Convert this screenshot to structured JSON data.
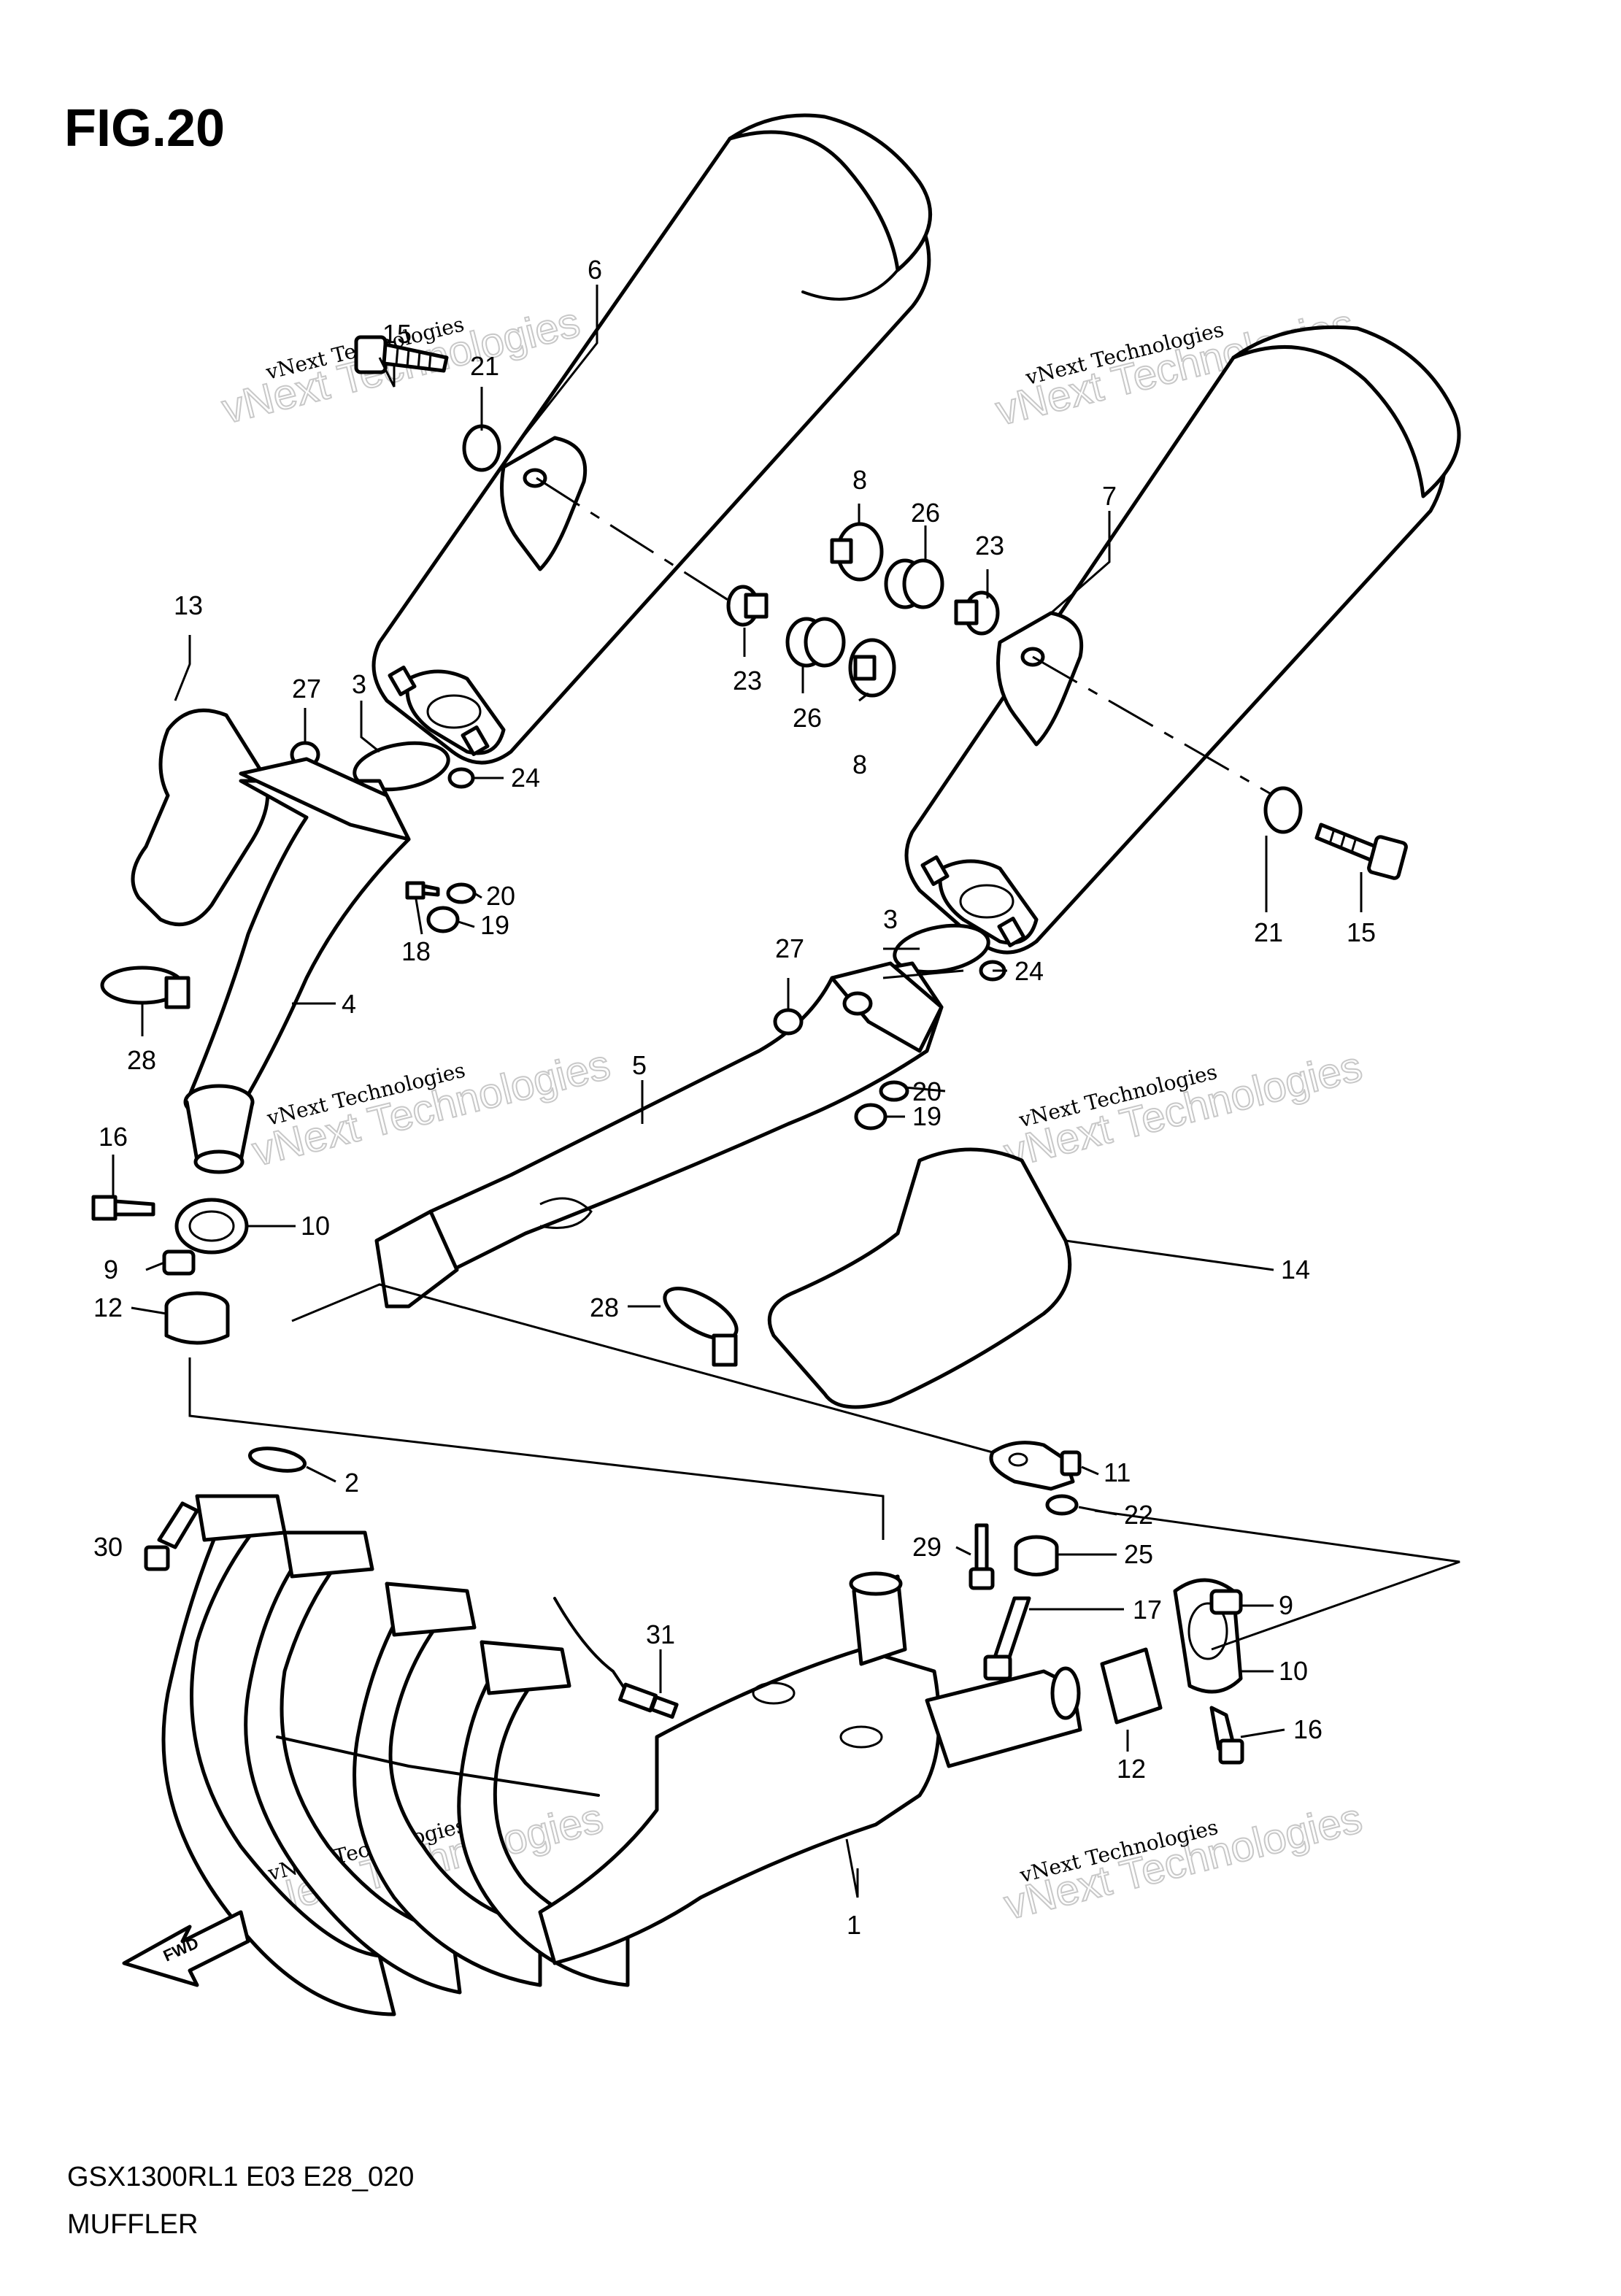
{
  "figure": {
    "title": "FIG.20",
    "model_code": "GSX1300RL1 E03 E28_020",
    "section_name": "MUFFLER"
  },
  "watermark": {
    "line1": "vNext Technologies",
    "line2": "vNext Technologies"
  },
  "callouts": [
    {
      "id": "c1",
      "label": "1"
    },
    {
      "id": "c2",
      "label": "2"
    },
    {
      "id": "c3a",
      "label": "3"
    },
    {
      "id": "c3b",
      "label": "3"
    },
    {
      "id": "c4",
      "label": "4"
    },
    {
      "id": "c5",
      "label": "5"
    },
    {
      "id": "c6",
      "label": "6"
    },
    {
      "id": "c7",
      "label": "7"
    },
    {
      "id": "c8a",
      "label": "8"
    },
    {
      "id": "c8b",
      "label": "8"
    },
    {
      "id": "c9a",
      "label": "9"
    },
    {
      "id": "c9b",
      "label": "9"
    },
    {
      "id": "c10a",
      "label": "10"
    },
    {
      "id": "c10b",
      "label": "10"
    },
    {
      "id": "c11",
      "label": "11"
    },
    {
      "id": "c12a",
      "label": "12"
    },
    {
      "id": "c12b",
      "label": "12"
    },
    {
      "id": "c13",
      "label": "13"
    },
    {
      "id": "c14",
      "label": "14"
    },
    {
      "id": "c15a",
      "label": "15"
    },
    {
      "id": "c15b",
      "label": "15"
    },
    {
      "id": "c16a",
      "label": "16"
    },
    {
      "id": "c16b",
      "label": "16"
    },
    {
      "id": "c17",
      "label": "17"
    },
    {
      "id": "c18",
      "label": "18"
    },
    {
      "id": "c19a",
      "label": "19"
    },
    {
      "id": "c19b",
      "label": "19"
    },
    {
      "id": "c20a",
      "label": "20"
    },
    {
      "id": "c20b",
      "label": "20"
    },
    {
      "id": "c21a",
      "label": "21"
    },
    {
      "id": "c21b",
      "label": "21"
    },
    {
      "id": "c22",
      "label": "22"
    },
    {
      "id": "c23a",
      "label": "23"
    },
    {
      "id": "c23b",
      "label": "23"
    },
    {
      "id": "c24a",
      "label": "24"
    },
    {
      "id": "c24b",
      "label": "24"
    },
    {
      "id": "c25",
      "label": "25"
    },
    {
      "id": "c26a",
      "label": "26"
    },
    {
      "id": "c26b",
      "label": "26"
    },
    {
      "id": "c27a",
      "label": "27"
    },
    {
      "id": "c27b",
      "label": "27"
    },
    {
      "id": "c28a",
      "label": "28"
    },
    {
      "id": "c28b",
      "label": "28"
    },
    {
      "id": "c29",
      "label": "29"
    },
    {
      "id": "c30",
      "label": "30"
    },
    {
      "id": "c31",
      "label": "31"
    }
  ],
  "fwd_arrow_label": "FWD"
}
